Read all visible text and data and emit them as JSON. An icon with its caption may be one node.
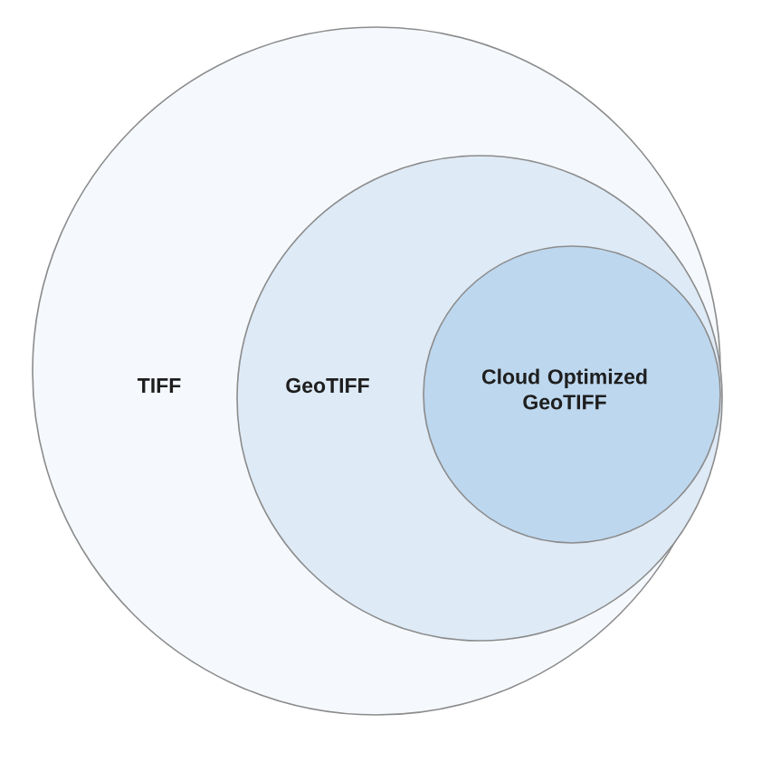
{
  "diagram": {
    "nodes": [
      {
        "text": [
          "TIFF"
        ]
      },
      {
        "text": [
          "GeoTIFF"
        ],
        "in": 0
      },
      {
        "text": [
          "Cloud Optimized GeoTIFF"
        ],
        "in": 1
      }
    ]
  }
}
